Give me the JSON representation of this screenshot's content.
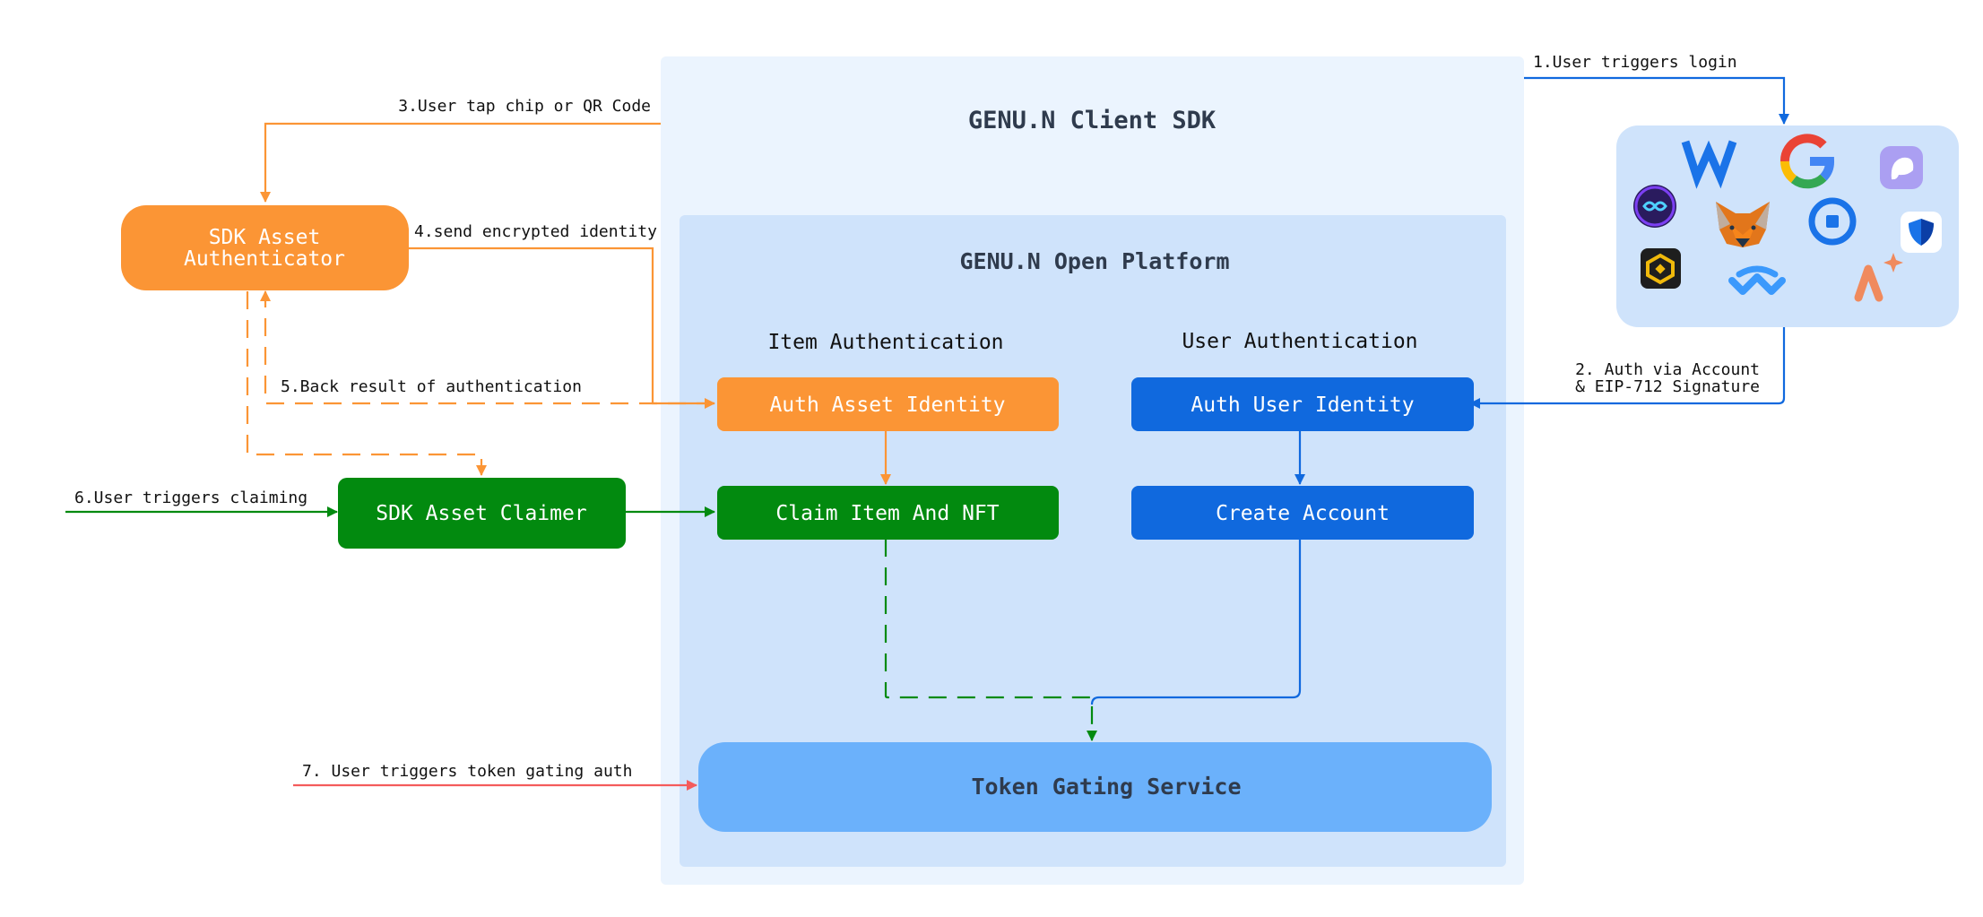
{
  "sdk": {
    "title": "GENU.N Client SDK"
  },
  "platform": {
    "title": "GENU.N Open Platform",
    "item_heading": "Item Authentication",
    "user_heading": "User Authentication"
  },
  "nodes": {
    "authenticator": [
      "SDK Asset",
      "Authenticator"
    ],
    "claimer": "SDK Asset Claimer",
    "auth_asset": "Auth Asset Identity",
    "claim_item": "Claim Item And NFT",
    "auth_user": "Auth User Identity",
    "create_account": "Create Account",
    "token_gating": "Token Gating Service"
  },
  "steps": {
    "s1": "1.User triggers login",
    "s2": [
      "2. Auth via Account",
      "& EIP-712 Signature"
    ],
    "s3": "3.User tap chip or QR Code",
    "s4": "4.send encrypted identity",
    "s5": "5.Back result of authentication",
    "s6": "6.User triggers claiming",
    "s7": "7. User triggers token gating auth"
  },
  "wallet_icons": [
    "w-logo-icon",
    "google-icon",
    "ghost-wallet-icon",
    "infinity-wallet-icon",
    "metamask-fox-icon",
    "coinbase-icon",
    "shield-wallet-icon",
    "binance-icon",
    "walletconnect-icon",
    "star-wallet-icon"
  ],
  "colors": {
    "sdk_bg": "#ebf4fe",
    "platform_bg": "#cfe3fb",
    "orange": "#fb9535",
    "green": "#028a0f",
    "blue": "#1069de",
    "token_bg": "#6bb1fb",
    "red": "#f45b5b"
  }
}
